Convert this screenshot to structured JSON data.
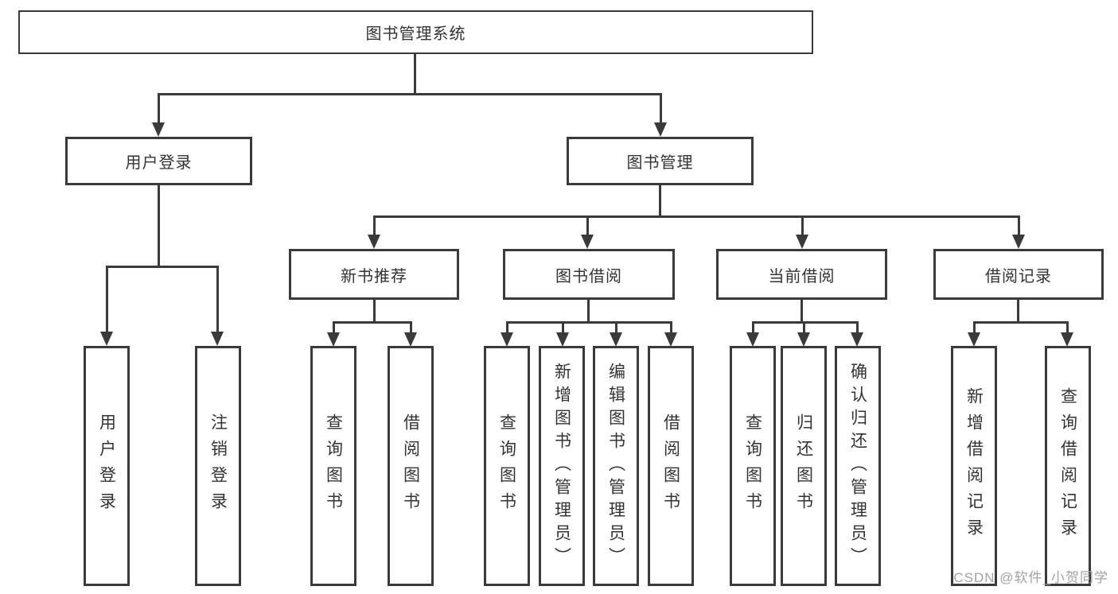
{
  "nodes": {
    "root": {
      "label": "图书管理系统"
    },
    "user_login": {
      "label": "用户登录"
    },
    "book_mgmt": {
      "label": "图书管理"
    },
    "l3": [
      {
        "label": "新书推荐"
      },
      {
        "label": "图书借阅"
      },
      {
        "label": "当前借阅"
      },
      {
        "label": "借阅记录"
      }
    ],
    "leaves": [
      {
        "label": "用户登录"
      },
      {
        "label": "注销登录"
      },
      {
        "label": "查询图书"
      },
      {
        "label": "借阅图书"
      },
      {
        "label": "查询图书"
      },
      {
        "label": "新增图书（管理员）"
      },
      {
        "label": "编辑图书（管理员）"
      },
      {
        "label": "借阅图书"
      },
      {
        "label": "查询图书"
      },
      {
        "label": "归还图书"
      },
      {
        "label": "确认归还（管理员）"
      },
      {
        "label": "新增借阅记录"
      },
      {
        "label": "查询借阅记录"
      }
    ]
  },
  "watermark": "CSDN @软件_小贺同学",
  "colors": {
    "line": "#3a3a3a",
    "text": "#333333",
    "watermark": "#a3a3a3",
    "bg": "#ffffff"
  }
}
